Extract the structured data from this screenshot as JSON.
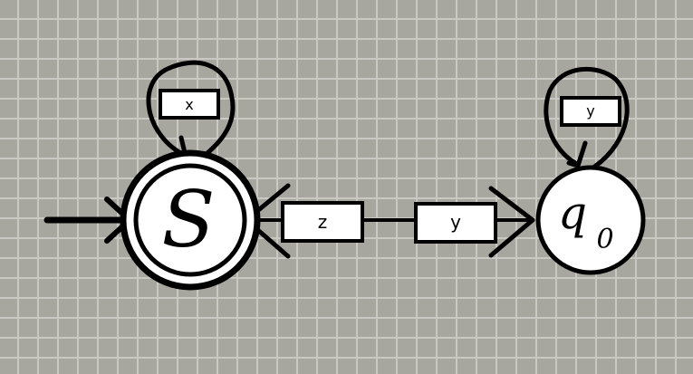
{
  "diagram": {
    "states": [
      {
        "id": "S",
        "label": "S",
        "initial": true,
        "accepting": true
      },
      {
        "id": "q0",
        "label": "q",
        "subscript": "0",
        "initial": false,
        "accepting": false
      }
    ],
    "transitions": [
      {
        "from": "S",
        "to": "S",
        "label": "x"
      },
      {
        "from": "q0",
        "to": "q0",
        "label": "y"
      },
      {
        "from": "S",
        "to": "q0",
        "label": "y"
      },
      {
        "from": "q0",
        "to": "S",
        "label": "z"
      }
    ]
  },
  "colors": {
    "background": "#a7a69f",
    "grid": "#c9c8c2",
    "ink": "#000000",
    "fill": "#ffffff"
  }
}
